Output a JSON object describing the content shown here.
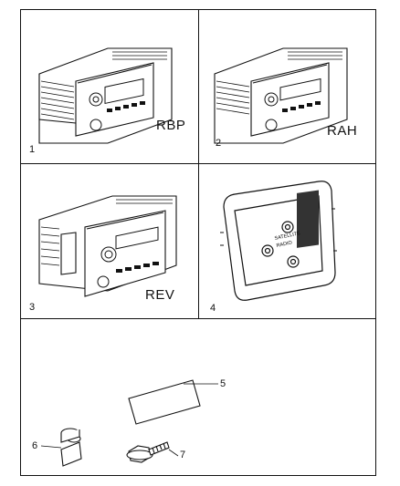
{
  "panels": [
    {
      "number": "1",
      "code": "RBP",
      "part": "radio-receiver"
    },
    {
      "number": "2",
      "code": "RAH",
      "part": "radio-receiver"
    },
    {
      "number": "3",
      "code": "REV",
      "part": "radio-receiver"
    },
    {
      "number": "4",
      "code": "",
      "part": "satellite-radio-module"
    }
  ],
  "satellite_label": [
    "SATELLITE",
    "RADIO"
  ],
  "callouts": [
    {
      "number": "5",
      "part": "label-card"
    },
    {
      "number": "6",
      "part": "bushing"
    },
    {
      "number": "7",
      "part": "bolt"
    }
  ]
}
